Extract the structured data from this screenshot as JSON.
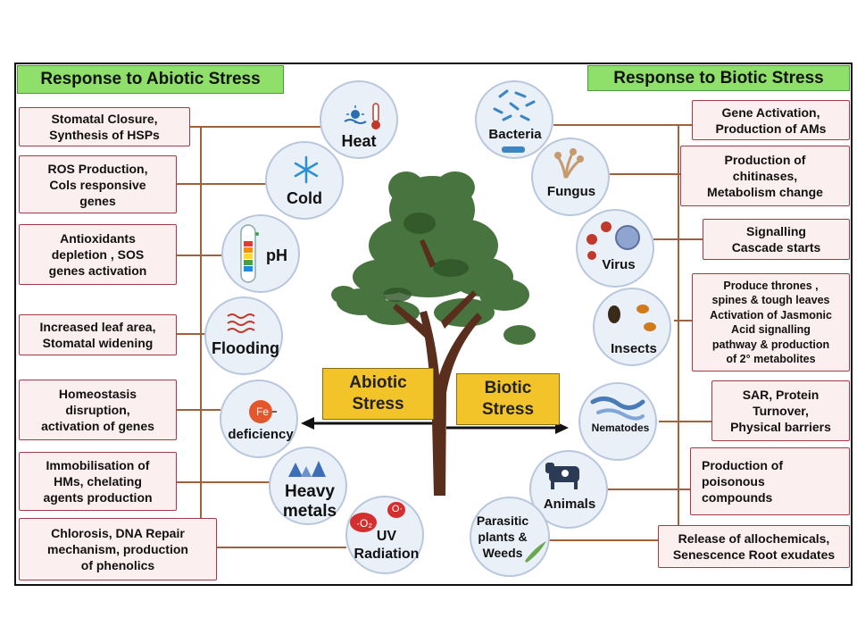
{
  "headers": {
    "abiotic": "Response to Abiotic Stress",
    "biotic": "Response to Biotic Stress"
  },
  "center": {
    "abiotic": "Abiotic\nStress",
    "biotic": "Biotic\nStress"
  },
  "abiotic": {
    "stressors": [
      "Heat",
      "Cold",
      "pH",
      "Flooding",
      "deficiency",
      "Heavy\nmetals",
      "UV\nRadiation"
    ],
    "fe_symbol": "Fe",
    "o2_symbol": "·O₂",
    "o_radical": "O·",
    "responses": [
      "Stomatal Closure,\nSynthesis of HSPs",
      "ROS Production,\nCols responsive\ngenes",
      "Antioxidants\ndepletion , SOS\ngenes activation",
      "Increased leaf area,\nStomatal widening",
      "Homeostasis\ndisruption,\nactivation of genes",
      "Immobilisation of\nHMs, chelating\nagents production",
      "Chlorosis, DNA Repair\nmechanism, production\nof phenolics"
    ]
  },
  "biotic": {
    "stressors": [
      "Bacteria",
      "Fungus",
      "Virus",
      "Insects",
      "Nematodes",
      "Animals",
      "Parasitic\nplants &\nWeeds"
    ],
    "responses": [
      "Gene Activation,\nProduction of AMs",
      "Production of\nchitinases,\nMetabolism change",
      "Signalling\nCascade starts",
      "Produce thrones ,\nspines & tough leaves\nActivation of Jasmonic\nAcid signalling\npathway & production\nof 2° metabolites",
      "SAR, Protein\nTurnover,\nPhysical barriers",
      "Production of\npoisonous\ncompounds",
      "Release of allochemicals,\nSenescence Root exudates"
    ]
  },
  "colors": {
    "header_green": "#8ee06a",
    "response_border": "#a33a46",
    "response_fill": "#fcefef",
    "connector": "#a0623a",
    "stress_box": "#f2c42a",
    "circle_fill": "#e9f0f8",
    "tree_leaf": "#3f6e35",
    "tree_trunk": "#5a2e1c"
  }
}
